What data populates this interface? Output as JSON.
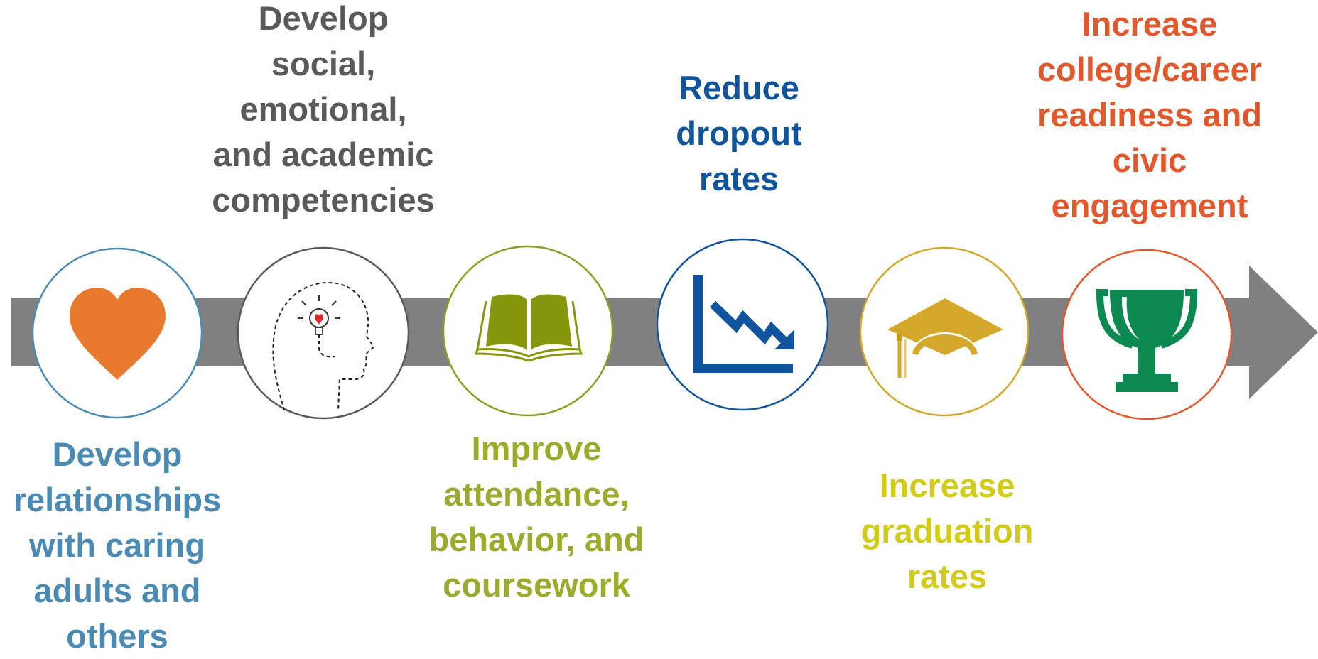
{
  "colors": {
    "arrow": "#808080",
    "relationships": "#4a8bb5",
    "competencies": "#5a5a5a",
    "attendance": "#9bab2c",
    "dropout": "#11549e",
    "graduation": "#d1cc1a",
    "readiness": "#e2572b"
  },
  "steps": [
    {
      "id": "relationships",
      "icon": "heart-icon",
      "label": "Develop\nrelationships\nwith caring\nadults and\nothers",
      "color": "#4a8bb5",
      "ring": "#4a8bb5"
    },
    {
      "id": "competencies",
      "icon": "head-lightbulb-icon",
      "label": "Develop\nsocial,\nemotional,\nand academic\ncompetencies",
      "color": "#5a5a5a",
      "ring": "#5a5a5a"
    },
    {
      "id": "attendance",
      "icon": "open-book-icon",
      "label": "Improve\nattendance,\nbehavior, and\ncoursework",
      "color": "#9bab2c",
      "ring": "#8a9d24"
    },
    {
      "id": "dropout",
      "icon": "declining-chart-icon",
      "label": "Reduce\ndropout\nrates",
      "color": "#11549e",
      "ring": "#11549e"
    },
    {
      "id": "graduation",
      "icon": "graduation-cap-icon",
      "label": "Increase\ngraduation\nrates",
      "color": "#d1cc1a",
      "ring": "#d4a82a"
    },
    {
      "id": "readiness",
      "icon": "trophy-icon",
      "label": "Increase\ncollege/career\nreadiness and\ncivic\nengagement",
      "color": "#e2572b",
      "ring": "#e2572b"
    }
  ]
}
